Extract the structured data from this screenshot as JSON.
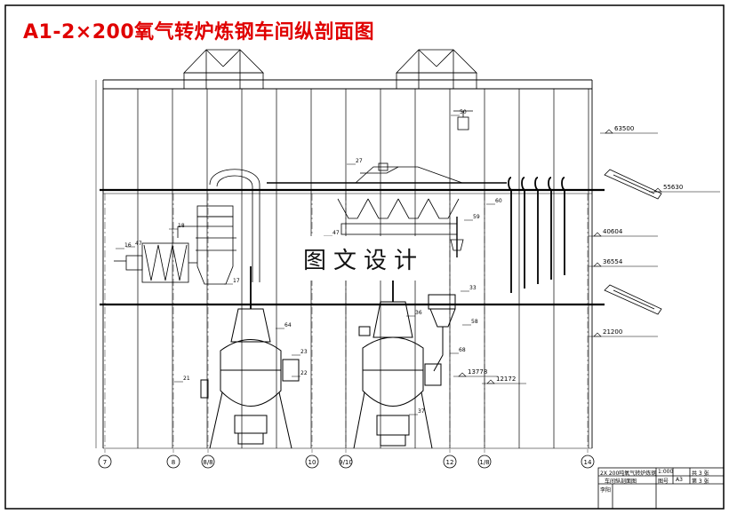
{
  "title": "A1-2×200氧气转炉炼钢车间纵剖面图",
  "watermark": "图文设计",
  "elevations": [
    "63500",
    "55630",
    "40604",
    "36554",
    "21200",
    "13778",
    "12172"
  ],
  "axes": [
    "7",
    "8",
    "8/8",
    "10",
    "9/10",
    "12",
    "1/8",
    "14"
  ],
  "part_numbers": [
    "50",
    "47",
    "27",
    "60",
    "18",
    "16",
    "17",
    "59",
    "58",
    "64",
    "68",
    "23",
    "22",
    "21",
    "33",
    "36",
    "37",
    "47"
  ],
  "title_block": {
    "name_line1": "2X 200吨氧气转炉炼钢",
    "name_line2": "车间纵剖面图",
    "scale_label": "1:000",
    "sheet_total": "共 3 张",
    "drawing_no": "图号",
    "drawing_code": "A3",
    "sheet_no": "第 3 张",
    "designer": "李阳"
  },
  "colors": {
    "title": "#e00000",
    "lines": "#000000",
    "background": "#ffffff"
  }
}
